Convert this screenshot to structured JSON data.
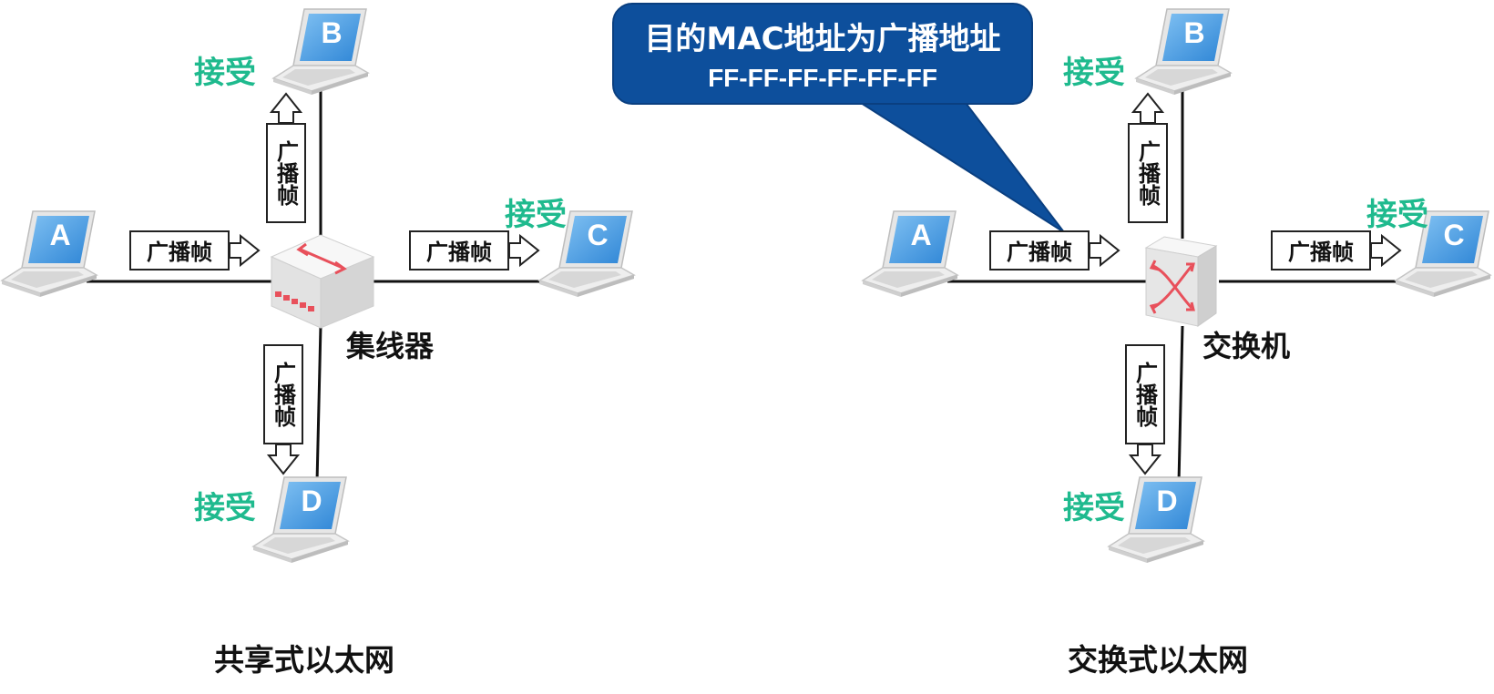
{
  "callout": {
    "line1": "目的MAC地址为广播地址",
    "line2": "FF-FF-FF-FF-FF-FF"
  },
  "left_network": {
    "title": "共享式以太网",
    "device_label": "集线器",
    "host_a": "A",
    "host_b": "B",
    "host_c": "C",
    "host_d": "D",
    "accept_b": "接受",
    "accept_c": "接受",
    "accept_d": "接受",
    "frame_a_to_hub": "广播帧",
    "frame_to_c": "广播帧",
    "frame_to_b": "广播帧",
    "frame_to_d": "广播帧"
  },
  "right_network": {
    "title": "交换式以太网",
    "device_label": "交换机",
    "host_a": "A",
    "host_b": "B",
    "host_c": "C",
    "host_d": "D",
    "accept_b": "接受",
    "accept_c": "接受",
    "accept_d": "接受",
    "frame_a_to_switch": "广播帧",
    "frame_to_c": "广播帧",
    "frame_to_b": "广播帧",
    "frame_to_d": "广播帧"
  },
  "colors": {
    "accept_text": "#1fba8e",
    "callout_fill": "#0d4f9c",
    "laptop_screen": "#3a8fdc",
    "device_arrow": "#e8505b"
  }
}
